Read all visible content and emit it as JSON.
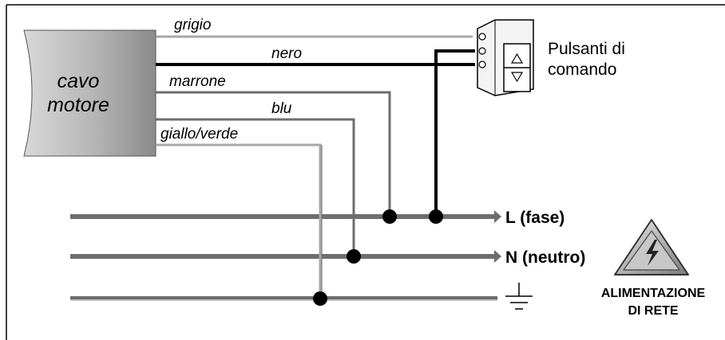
{
  "cable": {
    "line1": "cavo",
    "line2": "motore"
  },
  "wires": {
    "grigio": "grigio",
    "nero": "nero",
    "marrone": "marrone",
    "blu": "blu",
    "giallo_verde": "giallo/verde"
  },
  "switch": {
    "line1": "Pulsanti di",
    "line2": "comando"
  },
  "rails": {
    "fase": "L (fase)",
    "neutro": "N (neutro)"
  },
  "warning": {
    "line1": "ALIMENTAZIONE",
    "line2": "DI RETE"
  },
  "colors": {
    "gray_wire": "#a8a8a8",
    "black_wire": "#000000",
    "dark_gray_wire": "#6e6e6e",
    "rail": "#707070"
  }
}
